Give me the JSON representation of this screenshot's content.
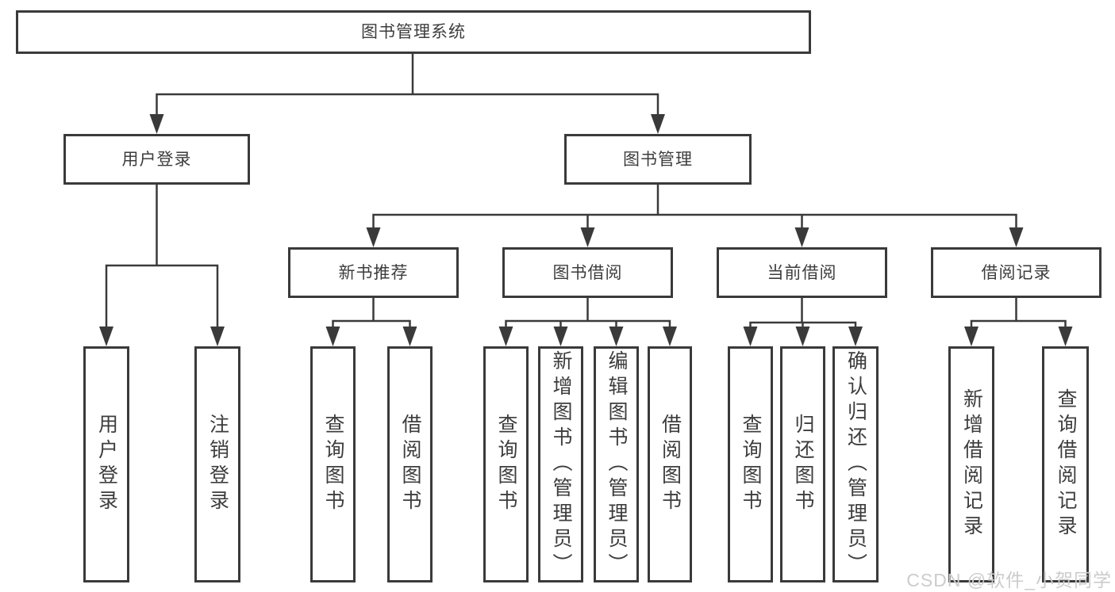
{
  "tree": {
    "label": "图书管理系统",
    "children": [
      {
        "label": "用户登录",
        "children": [
          {
            "label": "用户登录"
          },
          {
            "label": "注销登录"
          }
        ]
      },
      {
        "label": "图书管理",
        "children": [
          {
            "label": "新书推荐",
            "children": [
              {
                "label": "查询图书"
              },
              {
                "label": "借阅图书"
              }
            ]
          },
          {
            "label": "图书借阅",
            "children": [
              {
                "label": "查询图书"
              },
              {
                "label": "新增图书（管理员）"
              },
              {
                "label": "编辑图书（管理员）"
              },
              {
                "label": "借阅图书"
              }
            ]
          },
          {
            "label": "当前借阅",
            "children": [
              {
                "label": "查询图书"
              },
              {
                "label": "归还图书"
              },
              {
                "label": "确认归还（管理员）"
              }
            ]
          },
          {
            "label": "借阅记录",
            "children": [
              {
                "label": "新增借阅记录"
              },
              {
                "label": "查询借阅记录"
              }
            ]
          }
        ]
      }
    ]
  },
  "watermark": {
    "text": "CSDN @软件_小贺同学"
  },
  "colors": {
    "line": "#3a3a3a",
    "text": "#3d3d3d",
    "background": "#ffffff",
    "watermark": "#cccccc"
  }
}
